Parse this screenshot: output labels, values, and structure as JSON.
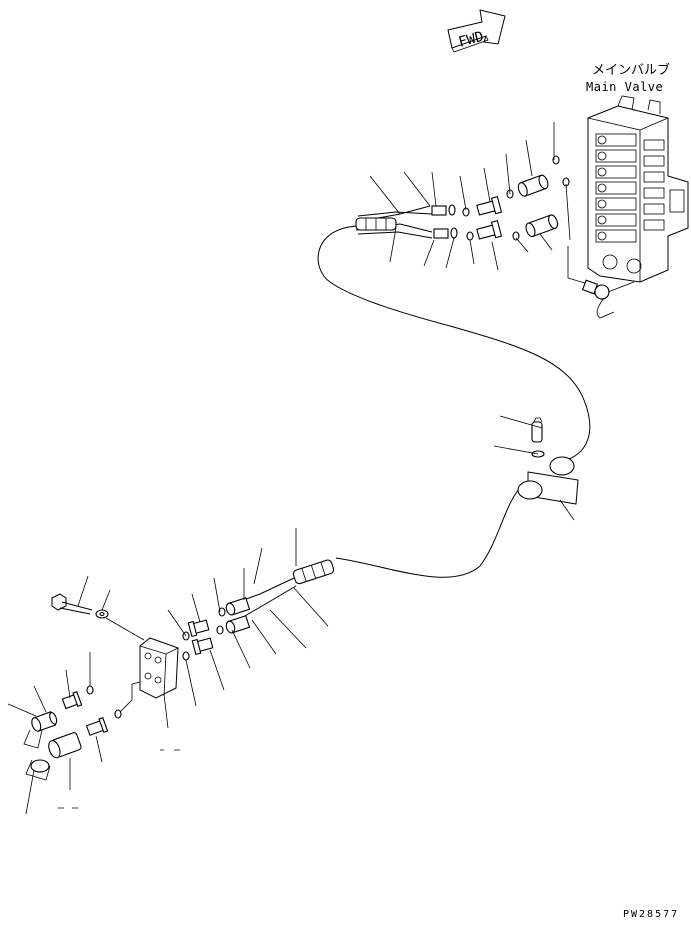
{
  "labels": {
    "fwd": "FWD",
    "main_valve_jp": "メインバルブ",
    "main_valve_en": "Main Valve",
    "drawing_code": "PW28577"
  }
}
